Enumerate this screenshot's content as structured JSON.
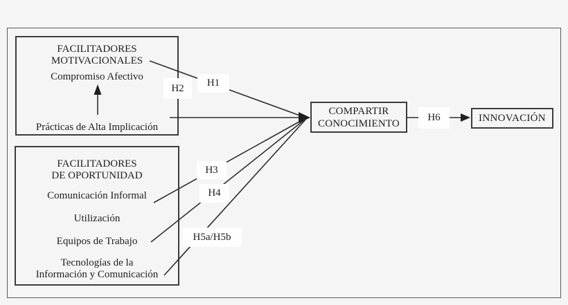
{
  "colors": {
    "background": "#f5f5f5",
    "connector": "#2e2e2e",
    "box_border": "#3c3c3c",
    "hypothesis_label_background": "#fefefe",
    "text": "#1e1e1e"
  },
  "motivational_box": {
    "title_line1": "FACILITADORES",
    "title_line2": "MOTIVACIONALES",
    "affective_commitment": "Compromiso Afectivo",
    "high_involvement_practices": "Prácticas de Alta Implicación"
  },
  "opportunity_box": {
    "title_line1": "FACILITADORES",
    "title_line2": "DE OPORTUNIDAD",
    "informal_communication": "Comunicación Informal",
    "utilization": "Utilización",
    "work_teams": "Equipos de Trabajo",
    "ict_line1": "Tecnologías de la",
    "ict_line2": "Información y Comunicación"
  },
  "knowledge_sharing_box": {
    "title_line1": "COMPARTIR",
    "title_line2": "CONOCIMIENTO"
  },
  "innovation_box": {
    "title": "INNOVACIÓN"
  },
  "hypotheses": {
    "h1": "H1",
    "h2": "H2",
    "h3": "H3",
    "h4": "H4",
    "h5": "H5a/H5b",
    "h6": "H6"
  }
}
